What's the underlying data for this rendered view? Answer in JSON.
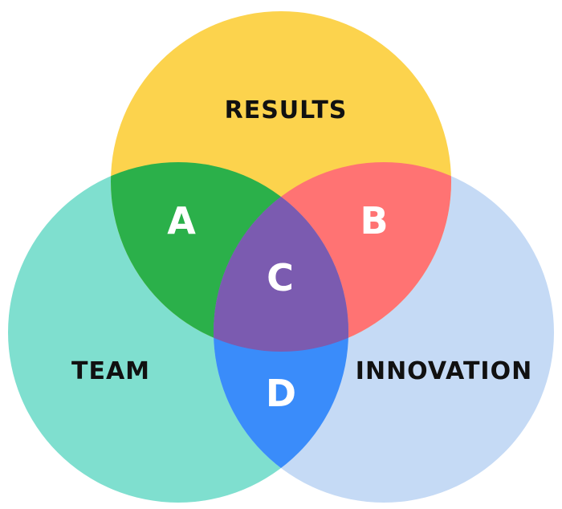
{
  "diagram": {
    "sets": {
      "results": {
        "label": "RESULTS",
        "color": "#FCD34D"
      },
      "team": {
        "label": "TEAM",
        "color": "#7FDFCF"
      },
      "innovation": {
        "label": "INNOVATION",
        "color": "#C5DAF5"
      }
    },
    "regions": {
      "a": {
        "label": "A",
        "color": "#2BB04A"
      },
      "b": {
        "label": "B",
        "color": "#FF7373"
      },
      "c": {
        "label": "C",
        "color": "#7B5BB0"
      },
      "d": {
        "label": "D",
        "color": "#3A8CFA"
      }
    }
  }
}
